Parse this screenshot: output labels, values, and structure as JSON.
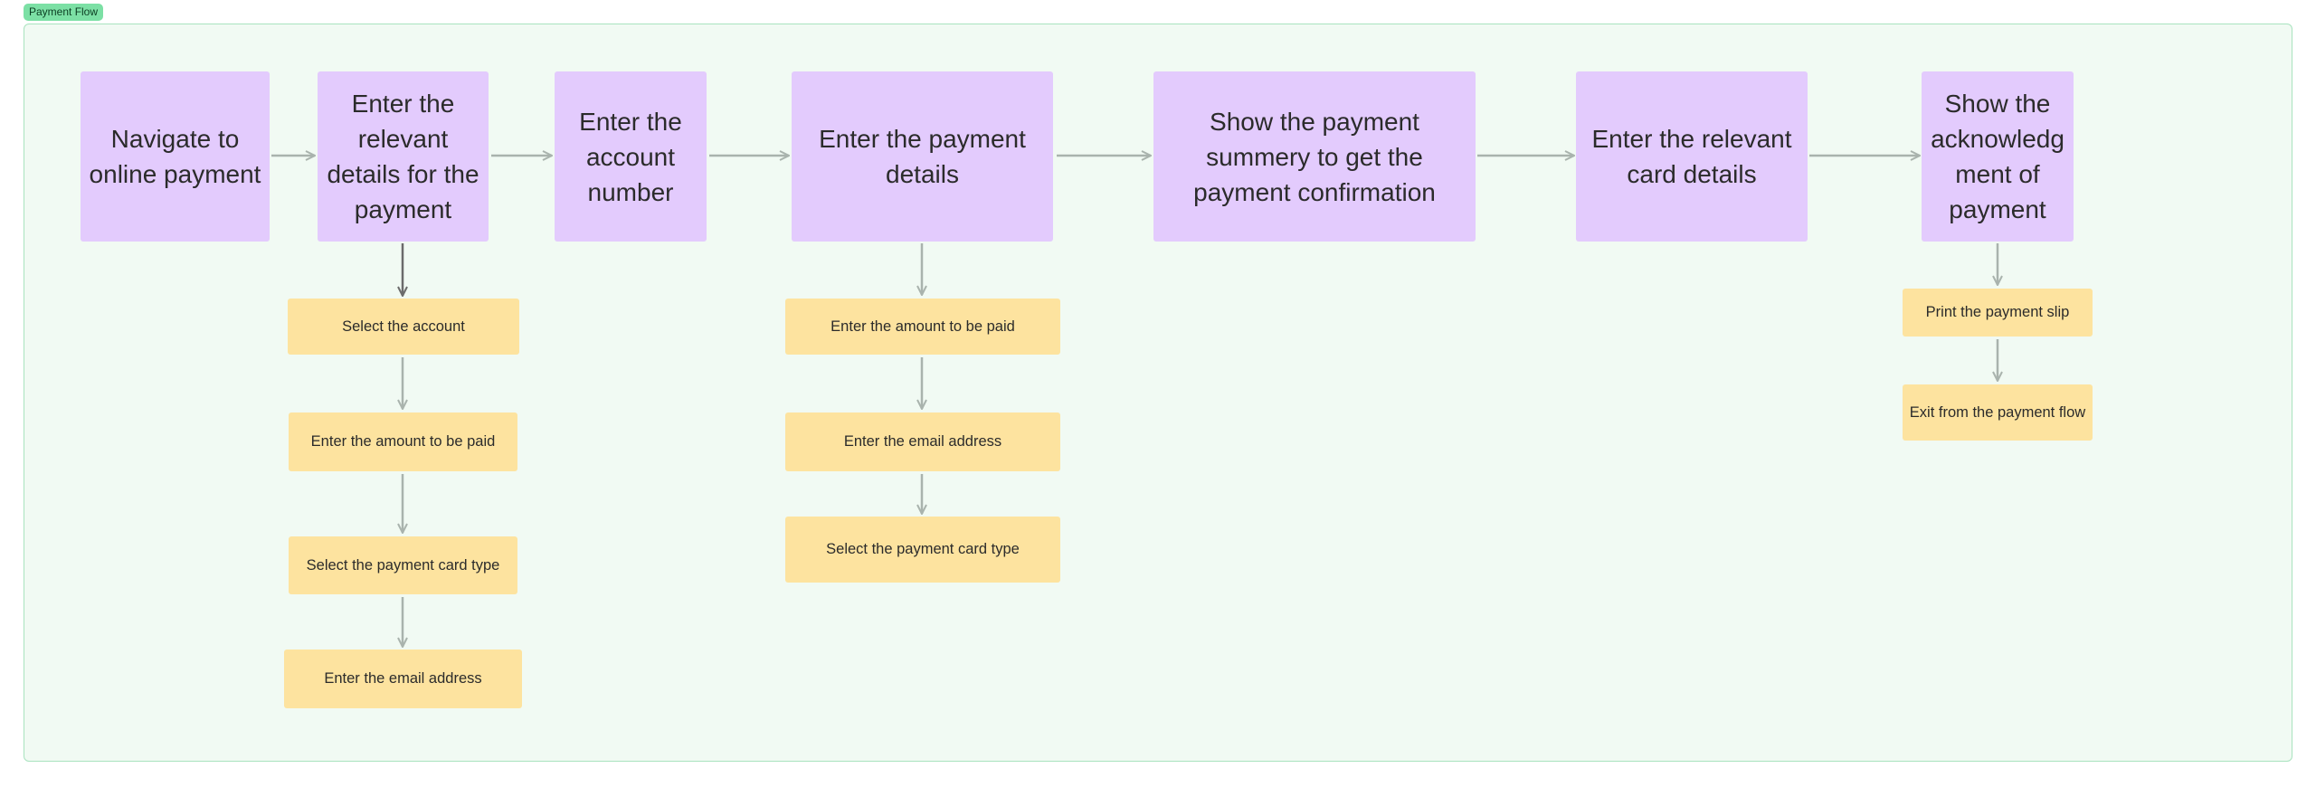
{
  "section": {
    "label": "Payment Flow"
  },
  "steps": [
    {
      "label": "Navigate to online payment"
    },
    {
      "label": "Enter the relevant details for the payment"
    },
    {
      "label": "Enter the account number"
    },
    {
      "label": "Enter the payment details"
    },
    {
      "label": "Show the payment summery to get the payment confirmation"
    },
    {
      "label": "Enter the relevant card details"
    },
    {
      "label": "Show the acknowledg ment of payment"
    }
  ],
  "details_branch": [
    {
      "label": "Select the account"
    },
    {
      "label": "Enter the amount to be paid"
    },
    {
      "label": "Select the payment card type"
    },
    {
      "label": "Enter the email address"
    }
  ],
  "payment_branch": [
    {
      "label": "Enter the amount to be paid"
    },
    {
      "label": "Enter the email address"
    },
    {
      "label": "Select the payment card type"
    }
  ],
  "ack_branch": [
    {
      "label": "Print the payment slip"
    },
    {
      "label": "Exit from the payment flow"
    }
  ],
  "colors": {
    "section_bg": "#f1faf3",
    "section_border": "#a9e3bf",
    "badge": "#7ce0a5",
    "step": "#e3cbfd",
    "sub_step": "#fde39f",
    "connector": "#a9b3ad"
  }
}
